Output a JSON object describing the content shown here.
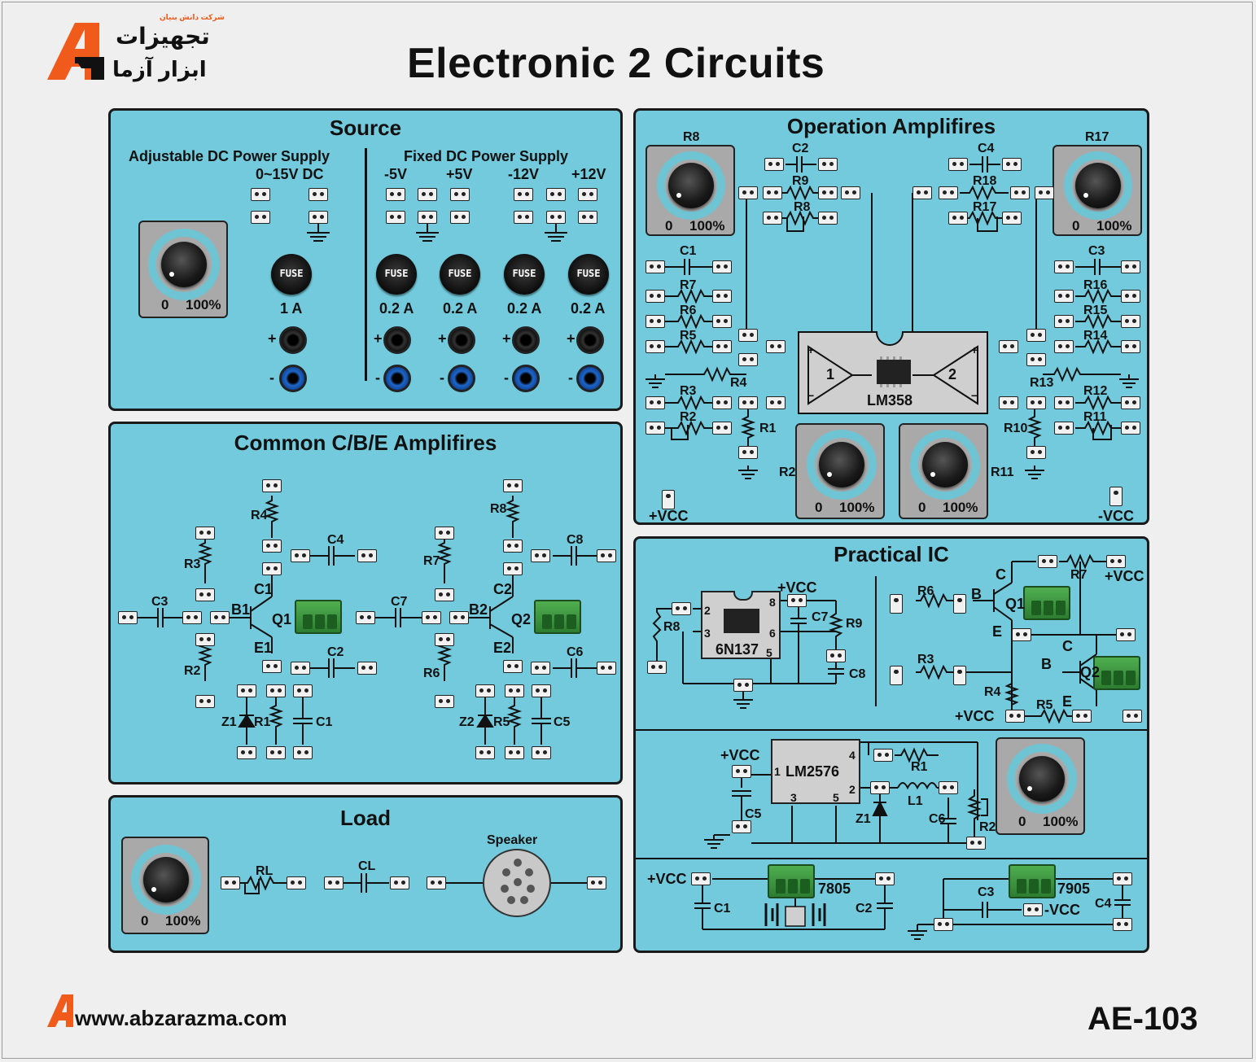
{
  "page_title": "Electronic 2 Circuits",
  "logo": {
    "line1": "تجهیزات",
    "line2": "ابزار آزما",
    "tagline": "شرکت دانش بنیان"
  },
  "footer": {
    "website": "www.abzarazma.com",
    "model": "AE-103"
  },
  "colors": {
    "panel": "#73cadc",
    "border": "#1a1a1a",
    "accent": "#f05a1a",
    "jack_blue": "#1e66c9",
    "terminal_green": "#3f9a41"
  },
  "source": {
    "title": "Source",
    "adjustable": {
      "label": "Adjustable DC Power Supply",
      "range": "0~15V DC",
      "fuse": "1 A"
    },
    "fixed": {
      "label": "Fixed DC Power Supply",
      "voltages": [
        "-5V",
        "+5V",
        "-12V",
        "+12V"
      ],
      "fuses": [
        "0.2 A",
        "0.2 A",
        "0.2 A",
        "0.2 A"
      ]
    },
    "fuse_text": "FUSE",
    "plus": "+",
    "minus": "-",
    "knob": {
      "min": "0",
      "max": "100%"
    }
  },
  "common": {
    "title": "Common C/B/E Amplifires",
    "stage1": {
      "r4": "R4",
      "r3": "R3",
      "r2": "R2",
      "r1": "R1",
      "c1": "C1",
      "c2": "C2",
      "c3": "C3",
      "c4": "C4",
      "b": "B1",
      "e": "E1",
      "q": "Q1",
      "z": "Z1",
      "c1b": "C1"
    },
    "stage2": {
      "r8": "R8",
      "r7": "R7",
      "r6": "R6",
      "r5": "R5",
      "c7": "C7",
      "c8": "C8",
      "c6": "C6",
      "c5": "C5",
      "c2": "C2",
      "b": "B2",
      "e": "E2",
      "q": "Q2",
      "z": "Z2"
    }
  },
  "load": {
    "title": "Load",
    "rl": "RL",
    "cl": "CL",
    "speaker": "Speaker",
    "knob": {
      "min": "0",
      "max": "100%"
    }
  },
  "opamp": {
    "title": "Operation Amplifires",
    "chip": "LM358",
    "ch1": "1",
    "ch2": "2",
    "plus": "+",
    "minus": "−",
    "left": {
      "r8k": "R8",
      "c2": "C2",
      "r9": "R9",
      "r8": "R8",
      "c1": "C1",
      "r7": "R7",
      "r6": "R6",
      "r5": "R5",
      "r4": "R4",
      "r3": "R3",
      "r2": "R2",
      "r1": "R1",
      "r2k": "R2",
      "vcc": "+VCC"
    },
    "right": {
      "r17k": "R17",
      "c4": "C4",
      "r18": "R18",
      "r17": "R17",
      "c3": "C3",
      "r16": "R16",
      "r15": "R15",
      "r14": "R14",
      "r13": "R13",
      "r12": "R12",
      "r11": "R11",
      "r10": "R10",
      "r11k": "R11",
      "vcc": "-VCC"
    },
    "knob": {
      "min": "0",
      "max": "100%"
    }
  },
  "practical": {
    "title": "Practical IC",
    "opto": {
      "chip": "6N137",
      "vcc": "+VCC",
      "r8": "R8",
      "r9": "R9",
      "c7": "C7",
      "c8": "C8",
      "pins": [
        "2",
        "3",
        "8",
        "6",
        "5"
      ]
    },
    "darlington": {
      "r6": "R6",
      "r7": "R7",
      "r3": "R3",
      "r4": "R4",
      "r5": "R5",
      "vcc_top": "+VCC",
      "vcc_bottom": "+VCC",
      "b1": "B",
      "c1": "C",
      "e1": "E",
      "q1": "Q1",
      "b2": "B",
      "c2": "C",
      "e2": "E",
      "q2": "Q2"
    },
    "buck": {
      "chip": "LM2576",
      "vcc": "+VCC",
      "pins": [
        "1",
        "4",
        "2",
        "3",
        "5"
      ],
      "c5": "C5",
      "r1": "R1",
      "l1": "L1",
      "z1": "Z1",
      "c6": "C6",
      "r2": "R2",
      "knob": {
        "min": "0",
        "max": "100%"
      }
    },
    "regulators": {
      "vcc": "+VCC",
      "c1": "C1",
      "c2": "C2",
      "r7805": "7805",
      "r7905": "7905",
      "c3": "C3",
      "c4": "C4",
      "nvcc": "-VCC"
    }
  }
}
